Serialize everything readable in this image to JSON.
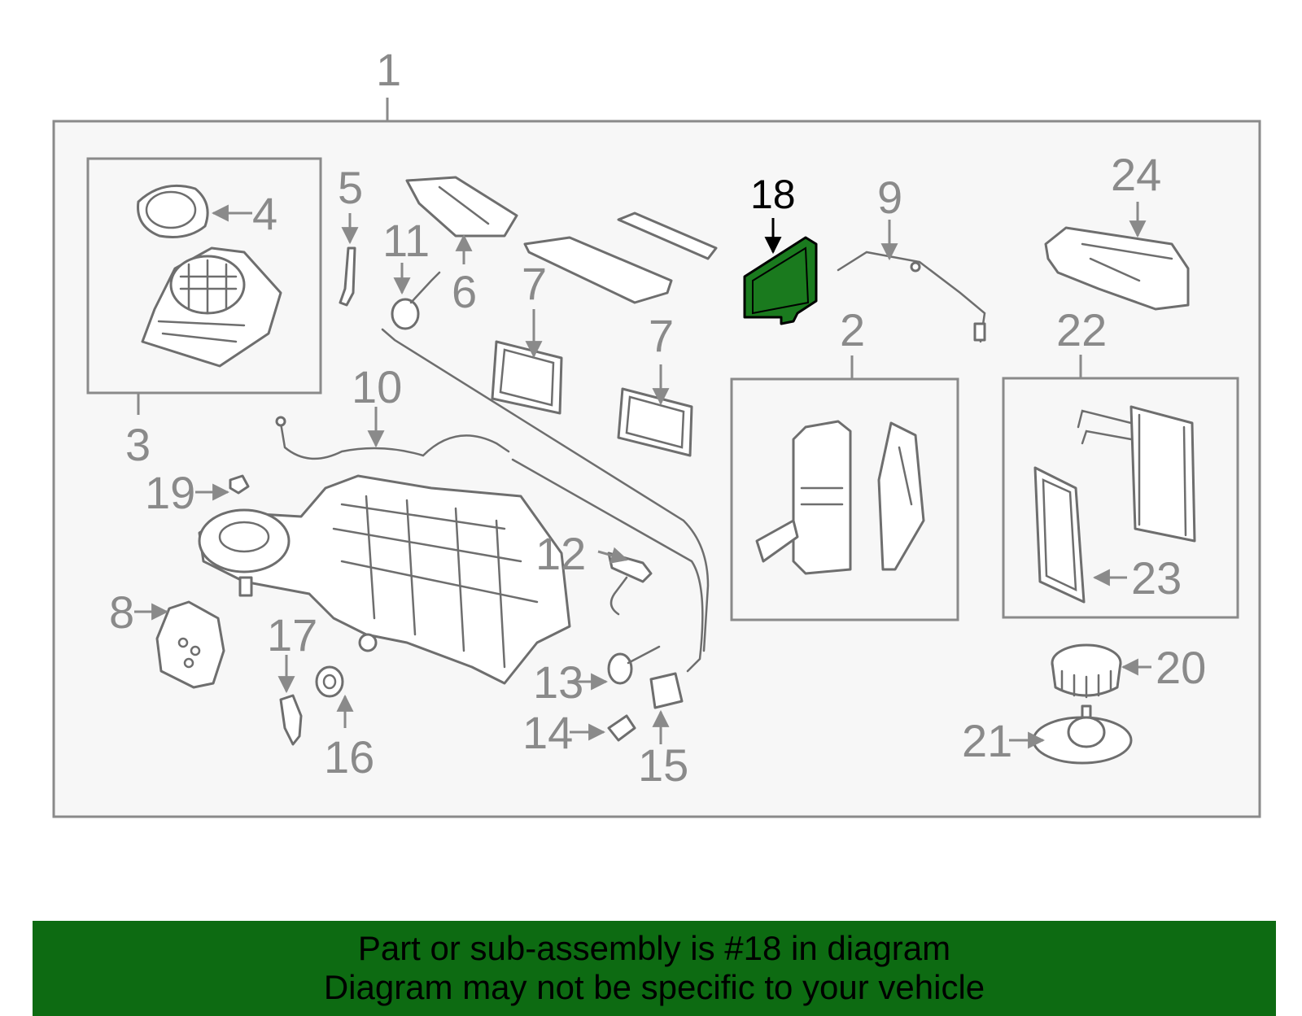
{
  "labels": {
    "n1": "1",
    "n2": "2",
    "n3": "3",
    "n4": "4",
    "n5": "5",
    "n6": "6",
    "n7a": "7",
    "n7b": "7",
    "n8": "8",
    "n9": "9",
    "n10": "10",
    "n11": "11",
    "n12": "12",
    "n13": "13",
    "n14": "14",
    "n15": "15",
    "n16": "16",
    "n17": "17",
    "n18": "18",
    "n19": "19",
    "n20": "20",
    "n21": "21",
    "n22": "22",
    "n23": "23",
    "n24": "24"
  },
  "banner": {
    "line1": "Part or sub-assembly is #18 in diagram",
    "line2": "Diagram may not be specific to your vehicle"
  },
  "colors": {
    "highlight": "#1a7a1e",
    "banner": "#0d6b12",
    "outline": "#6e6e6e"
  }
}
